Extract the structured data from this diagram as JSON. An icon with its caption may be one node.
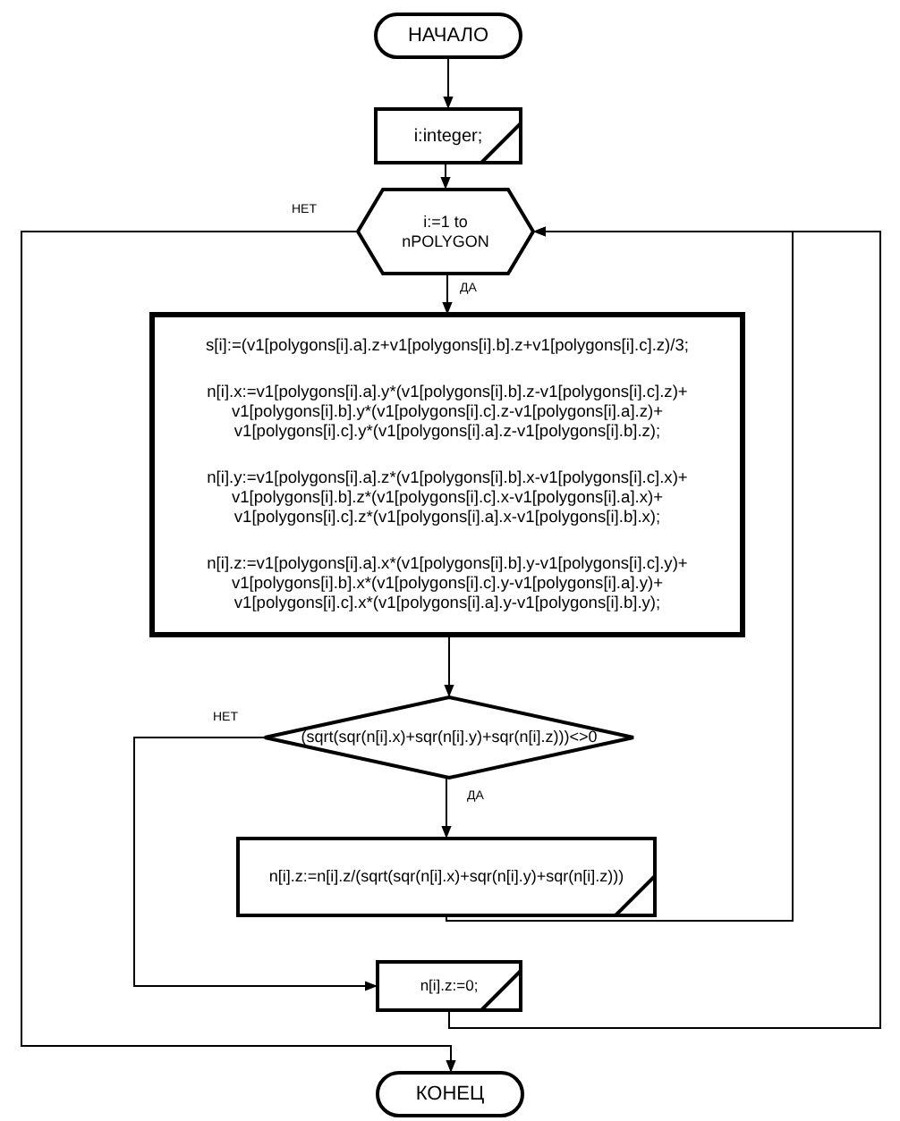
{
  "diagram": {
    "nodes": [
      {
        "text": [
          "НАЧАЛО"
        ]
      },
      {
        "text": [
          "i:integer;"
        ]
      },
      {
        "text": [
          "i:=1 to nPOLYGON"
        ]
      },
      {
        "text": [
          "s[i]:=(v1[polygons[i].a].z+v1[polygons[i].b].z+v1[polygons[i].c].z)/3;",
          "n[i].x:=v1[polygons[i].a].y*(v1[polygons[i].b].z-v1[polygons[i].c].z)+ v1[polygons[i].b].y*(v1[polygons[i].c].z-v1[polygons[i].a].z)+ v1[polygons[i].c].y*(v1[polygons[i].a].z-v1[polygons[i].b].z);",
          "n[i].y:=v1[polygons[i].a].z*(v1[polygons[i].b].x-v1[polygons[i].c].x)+ v1[polygons[i].b].z*(v1[polygons[i].c].x-v1[polygons[i].a].x)+ v1[polygons[i].c].z*(v1[polygons[i].a].x-v1[polygons[i].b].x);",
          "n[i].z:=v1[polygons[i].a].x*(v1[polygons[i].b].y-v1[polygons[i].c].y)+ v1[polygons[i].b].x*(v1[polygons[i].c].y-v1[polygons[i].a].y)+ v1[polygons[i].c].x*(v1[polygons[i].a].y-v1[polygons[i].b].y);"
        ]
      },
      {
        "text": [
          "(sqrt(sqr(n[i].x)+sqr(n[i].y)+sqr(n[i].z)))<>0"
        ]
      },
      {
        "text": [
          "n[i].z:=n[i].z/(sqrt(sqr(n[i].x)+sqr(n[i].y)+sqr(n[i].z)))"
        ]
      },
      {
        "text": [
          "n[i].z:=0;"
        ]
      },
      {
        "text": [
          "КОНЕЦ"
        ]
      }
    ],
    "edges": [
      {
        "from": 0,
        "to": 1,
        "arrow": "to"
      },
      {
        "from": 1,
        "to": 2,
        "arrow": "to"
      },
      {
        "from": 2,
        "to": 3,
        "arrow": "to",
        "label": "ДА"
      },
      {
        "from": 3,
        "to": 4,
        "arrow": "to"
      },
      {
        "from": 4,
        "to": 5,
        "arrow": "to",
        "label": "ДА"
      },
      {
        "from": 4,
        "to": 6,
        "arrow": "to",
        "label": "НЕТ"
      },
      {
        "from": 5,
        "to": 2,
        "arrow": "to"
      },
      {
        "from": 6,
        "to": 2,
        "arrow": "to"
      },
      {
        "from": 2,
        "to": 7,
        "arrow": "to",
        "label": "НЕТ"
      }
    ]
  }
}
